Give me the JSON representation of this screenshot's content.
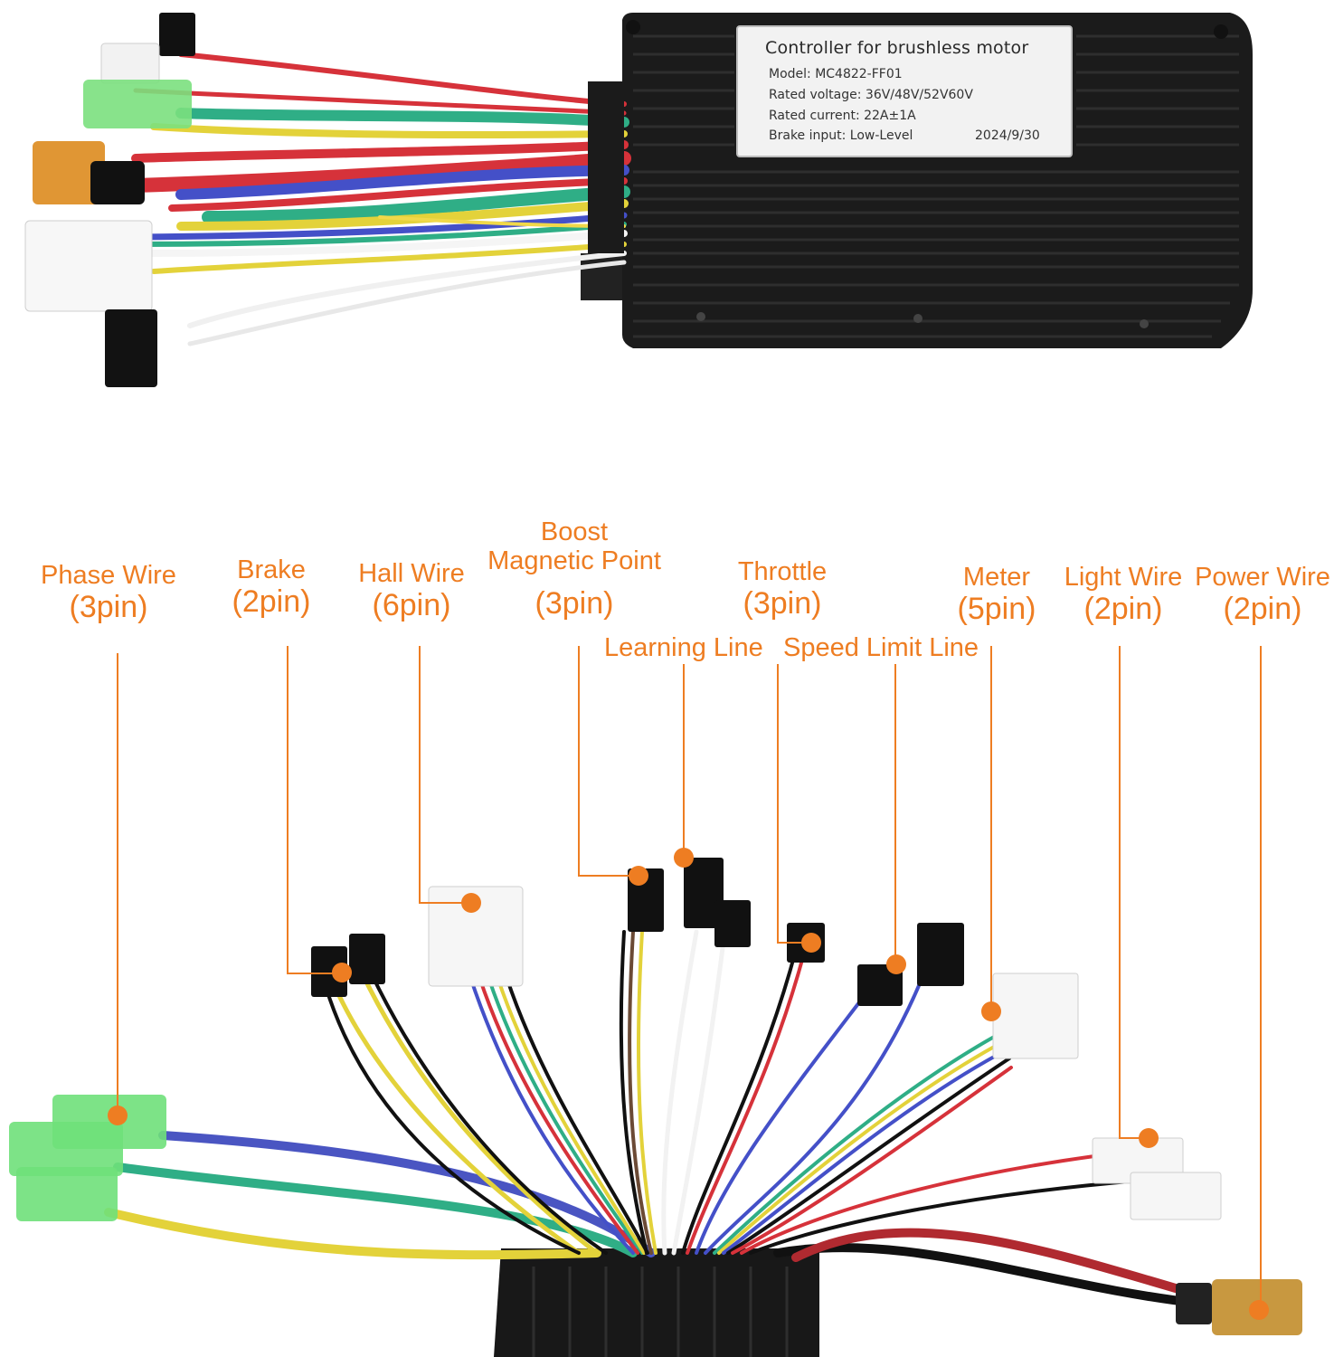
{
  "colors": {
    "accent": "#ee7d22",
    "housing": "#1a1a1a",
    "connector_green": "#6fe07a",
    "wire_red": "#d6323a",
    "wire_blue": "#4450c8",
    "wire_green": "#2fae86",
    "wire_yellow": "#e3d23a",
    "power_connector": "#d8a040"
  },
  "product_label": {
    "title": "Controller for brushless motor",
    "model": "Model:  MC4822-FF01",
    "voltage": "Rated voltage:  36V/48V/52V60V",
    "current": "Rated current:  22A±1A",
    "brake": "Brake input:  Low-Level",
    "date": "2024/9/30"
  },
  "callouts": {
    "phase_wire": {
      "name": "Phase Wire",
      "pins": "(3pin)"
    },
    "brake": {
      "name": "Brake",
      "pins": "(2pin)"
    },
    "hall_wire": {
      "name": "Hall Wire",
      "pins": "(6pin)"
    },
    "boost": {
      "line1": "Boost",
      "line2": "Magnetic Point",
      "pins": "(3pin)"
    },
    "throttle": {
      "name": "Throttle",
      "pins": "(3pin)"
    },
    "meter": {
      "name": "Meter",
      "pins": "(5pin)"
    },
    "light_wire": {
      "name": "Light Wire",
      "pins": "(2pin)"
    },
    "power_wire": {
      "name": "Power Wire",
      "pins": "(2pin)"
    },
    "learning_line": "Learning Line",
    "speed_limit_line": "Speed Limit Line"
  }
}
